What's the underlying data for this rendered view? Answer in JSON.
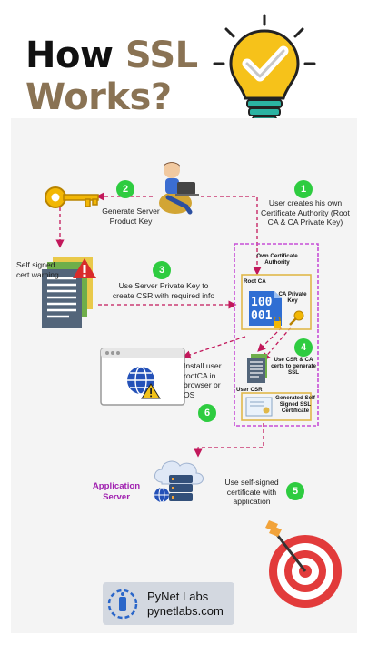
{
  "title": {
    "line1_part1": "How ",
    "line1_part2": "SSL",
    "line2": "Works?"
  },
  "colors": {
    "accent_green": "#2ecc40",
    "flow_red": "#c2185b",
    "box_purple": "#c64fd6",
    "box_gold": "#e0b84a",
    "title_brown": "#8a7354"
  },
  "steps": [
    {
      "number": "1",
      "text": "User creates his own Certificate Authority (Root CA & CA Private Key)"
    },
    {
      "number": "2",
      "text": "Generate Server Product Key"
    },
    {
      "number": "3",
      "text": "Use Server Private Key to create CSR with required info"
    },
    {
      "number": "4",
      "text": "Use CSR & CA certs to generate SSL"
    },
    {
      "number": "5",
      "text": "Use self-signed certificate with application"
    },
    {
      "number": "6",
      "text": "Install user rootCA in browser or OS"
    }
  ],
  "labels": {
    "own_ca": "Own Certificate Authority",
    "root_ca": "Root CA",
    "ca_key": "CA Private Key",
    "ca_digits_1": "100",
    "ca_digits_2": "001",
    "user_csr": "User CSR",
    "generated_cert": "Generated Self Signed SSL Certificate",
    "self_signed_warning": "Self signed cert warning",
    "application_server": "Application Server"
  },
  "icons": [
    "lightbulb-check-icon",
    "person-laptop-icon",
    "key-icon",
    "documents-icon",
    "warning-icon",
    "browser-globe-icon",
    "certificate-icon",
    "server-cloud-icon",
    "target-icon",
    "pynet-logo-icon"
  ],
  "brand": {
    "name": "PyNet Labs",
    "url": "pynetlabs.com"
  }
}
